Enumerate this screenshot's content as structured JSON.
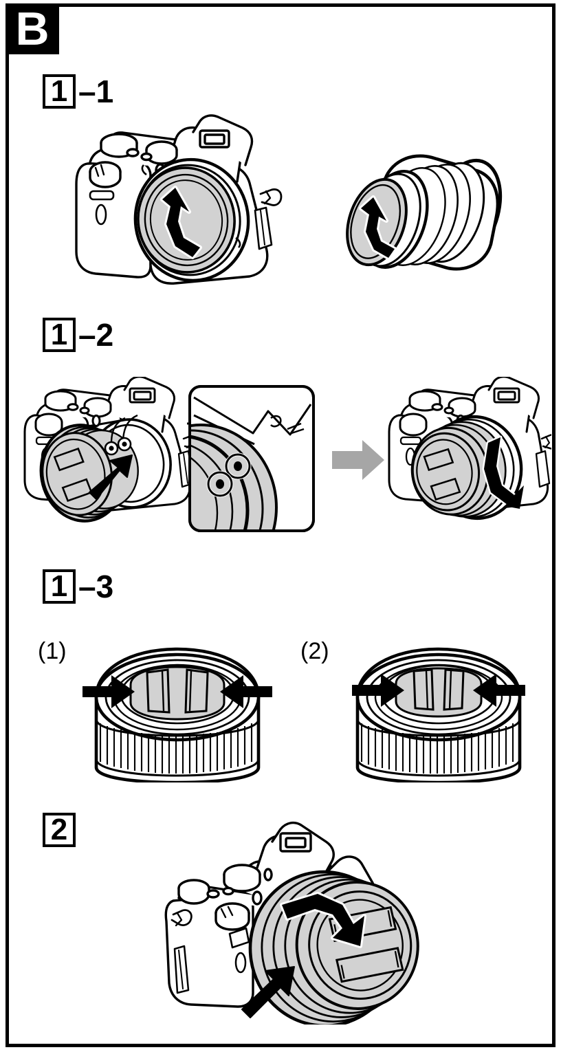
{
  "page": {
    "section_badge": "B",
    "title_hidden": "",
    "border_color": "#000000",
    "background_color": "#ffffff"
  },
  "colors": {
    "ink": "#000000",
    "cap_gray": "#d2d2d2",
    "arrow_gray": "#a6a6a6",
    "white": "#ffffff"
  },
  "steps": [
    {
      "id": "step-1-1",
      "box_number": "1",
      "suffix": "–1",
      "figures": [
        {
          "name": "camera-with-body-cap",
          "caption": "",
          "rotation": "counterclockwise"
        },
        {
          "name": "lens-with-rear-cap",
          "caption": "",
          "rotation": "counterclockwise"
        }
      ]
    },
    {
      "id": "step-1-2",
      "box_number": "1",
      "suffix": "–2",
      "figures": [
        {
          "name": "camera-lens-align",
          "caption": "",
          "direction": "push-on"
        },
        {
          "name": "index-mark-inset",
          "caption": "",
          "direction": "magnified-detail"
        },
        {
          "name": "transition-arrow",
          "caption": "",
          "direction": "right"
        },
        {
          "name": "camera-lens-mounted",
          "caption": "",
          "rotation": "clockwise"
        }
      ]
    },
    {
      "id": "step-1-3",
      "box_number": "1",
      "suffix": "–3",
      "figures": [
        {
          "name": "lens-cap-pinch-wide",
          "caption": "(1)",
          "direction": "pinch-inward"
        },
        {
          "name": "lens-cap-pinch-narrow",
          "caption": "(2)",
          "direction": "pinch-inward"
        }
      ]
    },
    {
      "id": "step-2",
      "box_number": "2",
      "suffix": "",
      "figures": [
        {
          "name": "camera-lens-release",
          "caption": "",
          "rotation": "counterclockwise",
          "direction": "press-release-button"
        }
      ]
    }
  ]
}
